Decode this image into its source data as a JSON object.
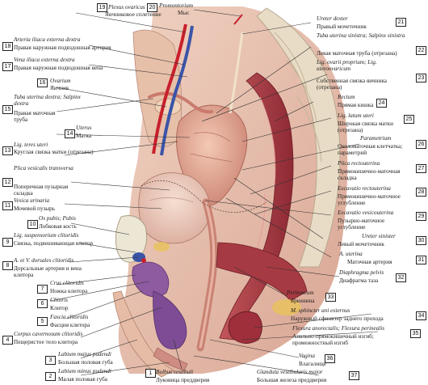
{
  "colors": {
    "background": "#ffffff",
    "tissue_light": "#e9c7b6",
    "tissue_mid": "#d99a8c",
    "muscle": "#b4434a",
    "dark_muscle": "#8a2230",
    "vessel_red": "#c8202c",
    "vessel_blue": "#3a54a8",
    "fat_yellow": "#e8c35a",
    "bone": "#ece6d4",
    "label_text": "#1d1d1d",
    "leader_line": "#333333"
  },
  "labels_left": [
    {
      "num": "19",
      "lat": "Plexus ovaricus",
      "ru": "Яичниковое сплетение"
    },
    {
      "num": "18",
      "lat": "Arteria iliaca externa dextra",
      "ru": "Правая наружная подвздошная артерия"
    },
    {
      "num": "17",
      "lat": "Vena iliaca externa dextra",
      "ru": "Правая наружная подвздошная вена"
    },
    {
      "num": "16",
      "lat": "Ovarium",
      "ru": "Яичник"
    },
    {
      "num": "15",
      "lat": "Tuba uterina dextra; Salpinx dextra",
      "ru": "Правая маточная труба"
    },
    {
      "num": "14",
      "lat": "Uterus",
      "ru": "Матка"
    },
    {
      "num": "13",
      "lat": "Lig. teres uteri",
      "ru": "Круглая связка матки (отрезана)"
    },
    {
      "num": "12",
      "lat": "Plica vesicalis transversa",
      "ru": "Поперечная пузырная складка"
    },
    {
      "num": "11",
      "lat": "Vesica urinaria",
      "ru": "Мочевой пузырь"
    },
    {
      "num": "10",
      "lat": "Os pubis; Pubis",
      "ru": "Лобковая кость"
    },
    {
      "num": "9",
      "lat": "Lig. suspensorium clitoridis",
      "ru": "Связка, подвешивающая клитор"
    },
    {
      "num": "8",
      "lat": "A. et V. dorsales clitoridis",
      "ru": "Дорсальные артерия и вена клитора"
    },
    {
      "num": "7",
      "lat": "Crus clitoridis",
      "ru": "Ножка клитора"
    },
    {
      "num": "6",
      "lat": "Clitoris",
      "ru": "Клитор"
    },
    {
      "num": "5",
      "lat": "Fascia clitoridis",
      "ru": "Фасция клитора"
    },
    {
      "num": "4",
      "lat": "Corpus cavernosum clitoridis",
      "ru": "Пещеристое тело клитора"
    },
    {
      "num": "3",
      "lat": "Labium majus pudendi",
      "ru": "Большая половая губа"
    },
    {
      "num": "2",
      "lat": "Labium minus pudendi",
      "ru": "Малая половая губа"
    },
    {
      "num": "1",
      "lat": "Bulbus vestibuli",
      "ru": "Луковица преддверия"
    }
  ],
  "labels_right": [
    {
      "num": "20",
      "lat": "Promontorium",
      "ru": "Мыс"
    },
    {
      "num": "21",
      "lat": "Ureter dexter",
      "ru": "Правый мочеточник"
    },
    {
      "num": "22",
      "lat": "Tuba uterina sinistra; Salpinx sinistra",
      "ru": "Левая маточная труба (отрезана)"
    },
    {
      "num": "23",
      "lat": "Lig. ovarii proprium; Lig. uteroovaricum",
      "ru": "Собственная связка яичника (отрезана)"
    },
    {
      "num": "24",
      "lat": "Rectum",
      "ru": "Прямая кишка"
    },
    {
      "num": "25",
      "lat": "Lig. latum uteri",
      "ru": "Широкая связка матки (отрезана)"
    },
    {
      "num": "26",
      "lat": "Parametrium",
      "ru": "Околоматочная клетчатка; параметрий"
    },
    {
      "num": "27",
      "lat": "Plica rectouterina",
      "ru": "Прямокишечно-маточная складка"
    },
    {
      "num": "28",
      "lat": "Excavatio rectouterina",
      "ru": "Прямокишечно-маточное углубление"
    },
    {
      "num": "29",
      "lat": "Excavatio vesicouterina",
      "ru": "Пузырно-маточное углубление"
    },
    {
      "num": "30",
      "lat": "Ureter sinister",
      "ru": "Левый мочеточник"
    },
    {
      "num": "31",
      "lat": "A. uterina",
      "ru": "Маточная артерия"
    },
    {
      "num": "32",
      "lat": "Diaphragma pelvis",
      "ru": "Диафрагма таза"
    },
    {
      "num": "33",
      "lat": "Peritoneum",
      "ru": "Брюшина"
    },
    {
      "num": "34",
      "lat": "M. sphincter ani externus",
      "ru": "Наружный сфинктер заднего прохода"
    },
    {
      "num": "35",
      "lat": "Flexura anorectalis; Flexura perinealis",
      "ru": "Анально-прямокишечный изгиб; промежностный изгиб"
    },
    {
      "num": "36",
      "lat": "Vagina",
      "ru": "Влагалище"
    },
    {
      "num": "37",
      "lat": "Glandula vestibularis major",
      "ru": "Большая железа преддверия"
    }
  ]
}
